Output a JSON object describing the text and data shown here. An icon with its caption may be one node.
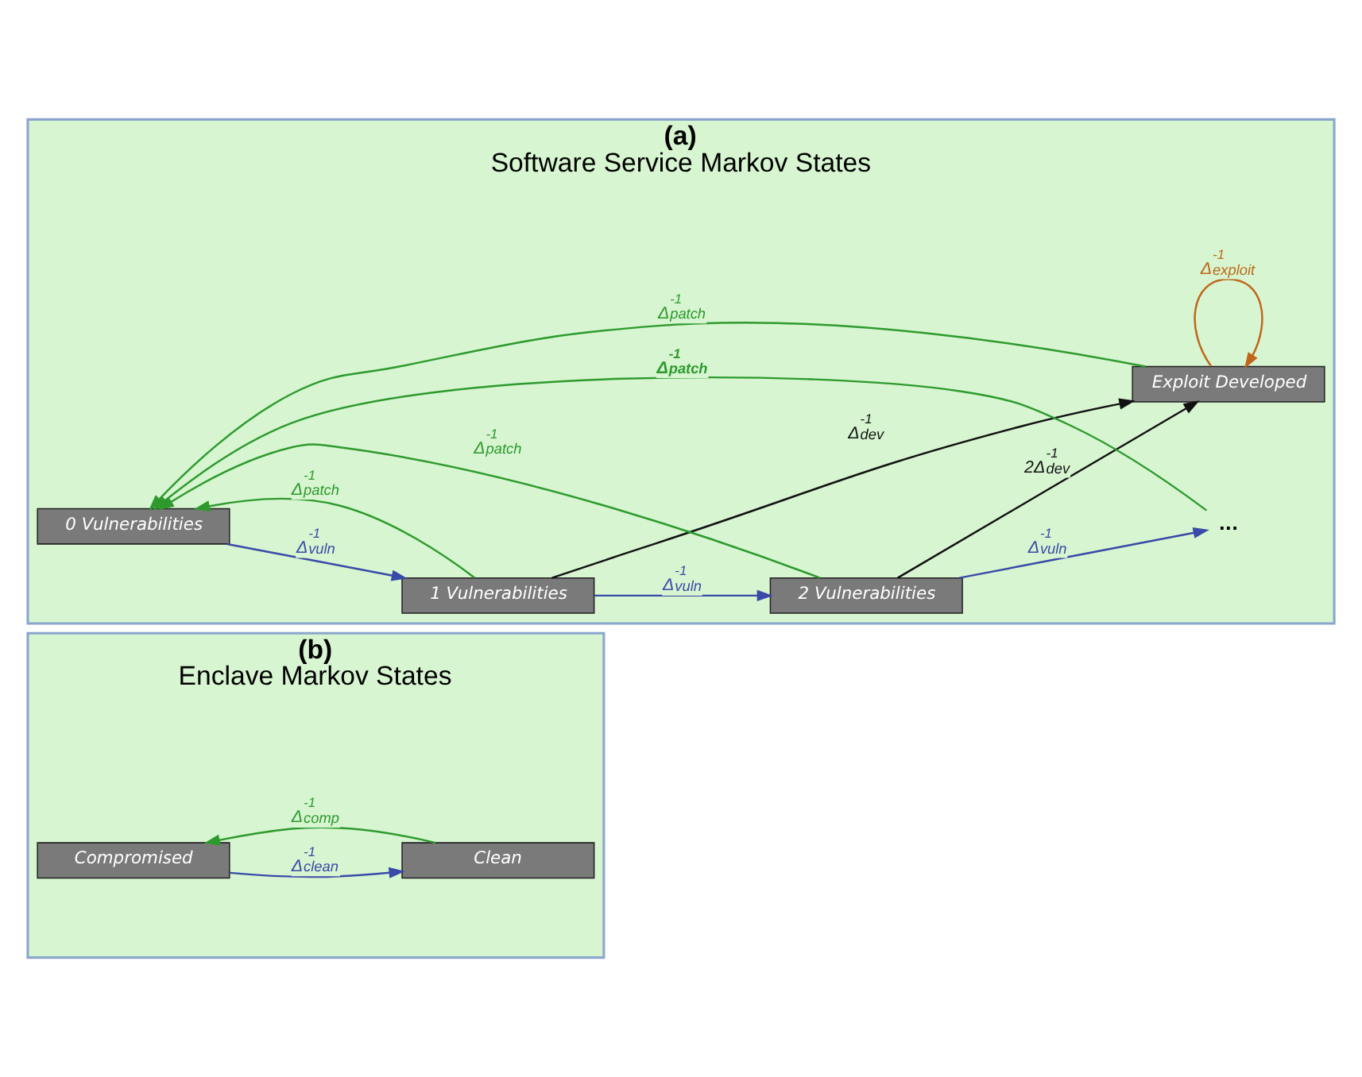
{
  "diagram": {
    "nodes": [
      {
        "text": [
          "(a)",
          "Software Service Markov States"
        ]
      },
      {
        "text": [
          "0 Vulnerabilities"
        ],
        "in": 0
      },
      {
        "text": [
          "1 Vulnerabilities"
        ],
        "in": 0
      },
      {
        "text": [
          "2 Vulnerabilities"
        ],
        "in": 0
      },
      {
        "text": [
          "..."
        ],
        "in": 0
      },
      {
        "text": [
          "Exploit Developed"
        ],
        "in": 0
      },
      {
        "text": [
          "(b)",
          "Enclave Markov States"
        ]
      },
      {
        "text": [
          "Compromised"
        ],
        "in": 6
      },
      {
        "text": [
          "Clean"
        ],
        "in": 6
      }
    ],
    "edges": [
      {
        "from": 1,
        "to": 2,
        "arrow": "to",
        "label": "Δ$^{-1}$$_{vuln}$",
        "color": "#3a4aa8"
      },
      {
        "from": 2,
        "to": 3,
        "arrow": "to",
        "label": "Δ$^{-1}$$_{vuln}$",
        "color": "#3a4aa8"
      },
      {
        "from": 3,
        "to": 4,
        "arrow": "to",
        "label": "Δ$^{-1}$$_{vuln}$",
        "color": "#3a4aa8"
      },
      {
        "from": 2,
        "to": 1,
        "arrow": "to",
        "label": "Δ$^{-1}$$_{patch}$"
      },
      {
        "from": 3,
        "to": 1,
        "arrow": "to",
        "label": "Δ$^{-1}$$_{patch}$"
      },
      {
        "from": 4,
        "to": 1,
        "arrow": "to",
        "label": "Δ$^{-1}$$_{patch}$"
      },
      {
        "from": 5,
        "to": 1,
        "arrow": "to",
        "label": "Δ$^{-1}$$_{patch}$"
      },
      {
        "from": 2,
        "to": 5,
        "arrow": "to",
        "label": "Δ$^{-1}$$_{dev}$",
        "color": "#111111"
      },
      {
        "from": 3,
        "to": 5,
        "arrow": "to",
        "label": "2Δ$^{-1}$$_{dev}$",
        "color": "#111111"
      },
      {
        "from": 5,
        "to": 5,
        "arrow": "to",
        "label": "Δ$^{-1}$$_{exploit}$",
        "color": "#c0661a"
      },
      {
        "from": 7,
        "to": 8,
        "arrow": "to",
        "label": "Δ$^{-1}$$_{clean}$",
        "color": "#3a4aa8"
      },
      {
        "from": 8,
        "to": 7,
        "arrow": "to",
        "label": "Δ$^{-1}$$_{comp}$"
      }
    ]
  }
}
